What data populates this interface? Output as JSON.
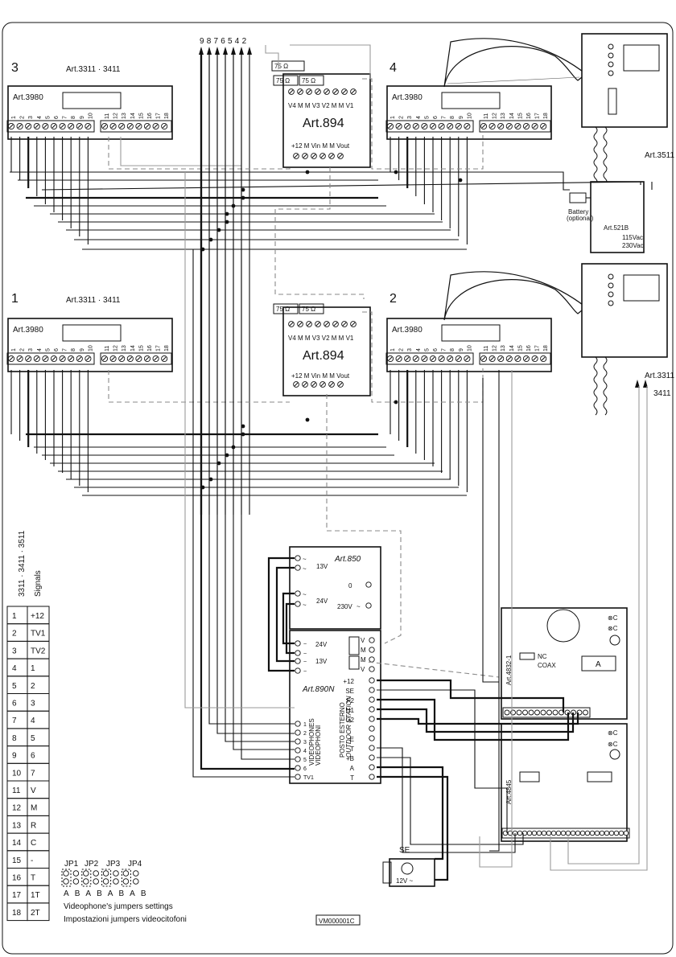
{
  "bus_arrows": {
    "label": "9876542"
  },
  "units": {
    "u3": {
      "number": "3",
      "series": "Art.3311 · 3411",
      "module": "Art.3980"
    },
    "u4": {
      "number": "4",
      "module": "Art.3980"
    },
    "u1": {
      "number": "1",
      "series": "Art.3311 · 3411",
      "module": "Art.3980"
    },
    "u2": {
      "number": "2",
      "module": "Art.3980"
    }
  },
  "terminal_numbers": [
    "1",
    "2",
    "3",
    "4",
    "5",
    "6",
    "7",
    "8",
    "9",
    "10",
    "11",
    "12",
    "13",
    "14",
    "15",
    "16",
    "17",
    "18"
  ],
  "distributor_top": {
    "title": "Art.894",
    "top_terms": "V4 M M V3 V2 M M V1",
    "bottom_terms": "+12 M Vin M M Vout",
    "res": "75 Ω"
  },
  "distributor_mid": {
    "title": "Art.894",
    "top_terms": "V4 M M V3 V2 M M V1",
    "bottom_terms": "+12 M Vin M M Vout",
    "res": "75 Ω"
  },
  "monitor_top": {
    "label": "Art.3511"
  },
  "monitor_mid": {
    "label1": "Art.3311",
    "label2": "3411"
  },
  "art521b": {
    "title": "Art.521B",
    "battery": "Battery",
    "optional": "(optional)",
    "v1": "115Vac",
    "v2": "230Vac"
  },
  "psu": {
    "title": "Art.850",
    "out_13v": "13V",
    "out_24v": "24V",
    "in_230": "230V",
    "zero": "0"
  },
  "outdoor": {
    "title": "Art.890N",
    "sub1": "POSTO ESTERNO",
    "sub2": "OUTDOOR STATION",
    "vid1": "VIDEOPHONES",
    "vid2": "VIDEOPHONI",
    "right_terms": [
      "+12",
      "SE",
      "F2",
      "H1",
      "G2",
      "",
      "E",
      "T",
      "+B",
      "A",
      "T"
    ],
    "left_terms": [
      "1",
      "2",
      "3",
      "4",
      "5",
      "6",
      "TV1"
    ],
    "top_left": [
      "24V",
      "",
      "13V"
    ],
    "top_right": [
      "V",
      "M",
      "M",
      "V"
    ]
  },
  "camera": {
    "label": "Art.4832-1",
    "nc": "NC",
    "coax": "COAX",
    "box": "A"
  },
  "button_module": {
    "label": "Art.4845"
  },
  "se_lock": {
    "label": "SE",
    "voltage": "12V ~"
  },
  "signals_table": {
    "header1": "3311 · 3411 · 3511",
    "header2": "Signals",
    "rows": [
      [
        "1",
        "+12"
      ],
      [
        "2",
        "TV1"
      ],
      [
        "3",
        "TV2"
      ],
      [
        "4",
        "1"
      ],
      [
        "5",
        "2"
      ],
      [
        "6",
        "3"
      ],
      [
        "7",
        "4"
      ],
      [
        "8",
        "5"
      ],
      [
        "9",
        "6"
      ],
      [
        "10",
        "7"
      ],
      [
        "11",
        "V"
      ],
      [
        "12",
        "M"
      ],
      [
        "13",
        "R"
      ],
      [
        "14",
        "C"
      ],
      [
        "15",
        "-"
      ],
      [
        "16",
        "T"
      ],
      [
        "17",
        "1T"
      ],
      [
        "18",
        "2T"
      ]
    ]
  },
  "jumpers": {
    "labels": [
      "JP1",
      "JP2",
      "JP3",
      "JP4"
    ],
    "ab": "A B A B A B A B",
    "caption1": "Videophone's jumpers settings",
    "caption2": "Impostazioni jumpers videocitofoni"
  },
  "doc_code": "VM000001C"
}
